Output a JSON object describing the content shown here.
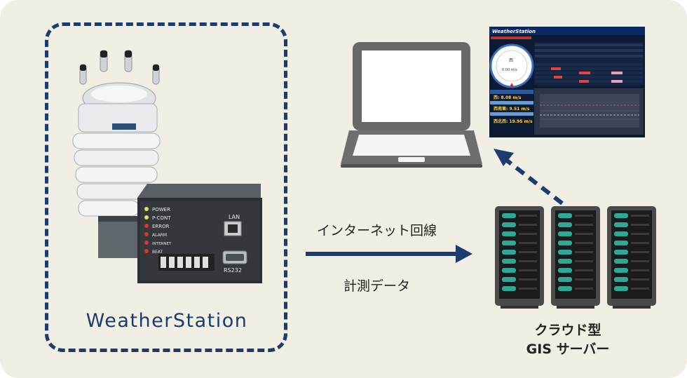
{
  "device": {
    "title": "WeatherStation",
    "status_leds": [
      "POWER",
      "P-CONT",
      "ERROR",
      "ALARM",
      "INTERNET",
      "BEAT"
    ],
    "lan_label": "LAN",
    "serial_label": "RS232"
  },
  "connection": {
    "network_label": "インターネット回線",
    "data_label": "計測データ"
  },
  "server": {
    "label_line1": "クラウド型",
    "label_line2": "GIS サーバー"
  },
  "screen": {
    "app_title": "WeatherStation",
    "wind_speed_center": "0.00 m/s",
    "dir_label": "西",
    "readouts": [
      "西: 8.08 m/s",
      "西南東: 9.51 m/s",
      "西北西: 19.95 m/s"
    ]
  },
  "colors": {
    "background": "#f1efe4",
    "accent_navy": "#1a3c6e",
    "server_led": "#2fa89a"
  }
}
